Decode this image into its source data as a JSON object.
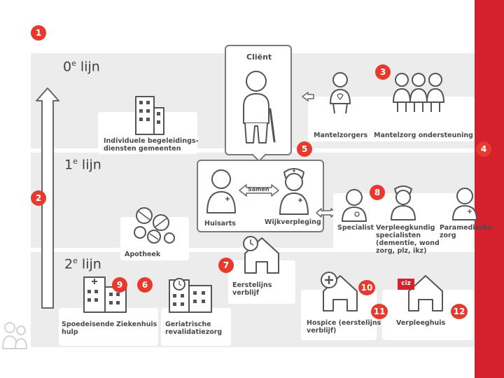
{
  "levels": {
    "zero": {
      "main": "0",
      "sup": "e",
      "word": "lijn"
    },
    "first": {
      "main": "1",
      "sup": "e",
      "word": "lijn"
    },
    "second": {
      "main": "2",
      "sup": "e",
      "word": "lijn"
    }
  },
  "badges": [
    "1",
    "2",
    "3",
    "4",
    "5",
    "6",
    "7",
    "8",
    "9",
    "10",
    "11",
    "12"
  ],
  "client": {
    "title": "Cliënt"
  },
  "mantel": {
    "zorgers": "Mantelzorgers",
    "ondersteuning": "Mantelzorg ondersteuning"
  },
  "begeleiding": {
    "label": "Individuele begeleidings-\ndiensten gemeenten"
  },
  "samen": {
    "huisarts": "Huisarts",
    "wijk": "Wijkverpleging",
    "samen": "Samen"
  },
  "specialists": {
    "specialist": "Specialist",
    "verpleegkundig": "Verpleegkundig\nspecialisten\n(dementie, wond\nzorg, plz, ikz)",
    "paramedisch": "Paramedische\nzorg"
  },
  "apotheek": {
    "label": "Apotheek"
  },
  "eerstelijns": {
    "label": "Eerstelijns\nverblijf"
  },
  "ziekenhuis": {
    "spoed": "Spoedeisende\nhulp",
    "zh": "Ziekenhuis"
  },
  "geriatrie": {
    "label": "Geriatrische\nrevalidatiezorg"
  },
  "hospice": {
    "label": "Hospice (eerstelijns\nverblijf)"
  },
  "verpleeghuis": {
    "label": "Verpleeghuis",
    "logo": "ciz"
  },
  "colors": {
    "accent": "#e63a2e",
    "brand_bar": "#d6202e",
    "band": "#ececec",
    "text": "#4a4a4a"
  }
}
